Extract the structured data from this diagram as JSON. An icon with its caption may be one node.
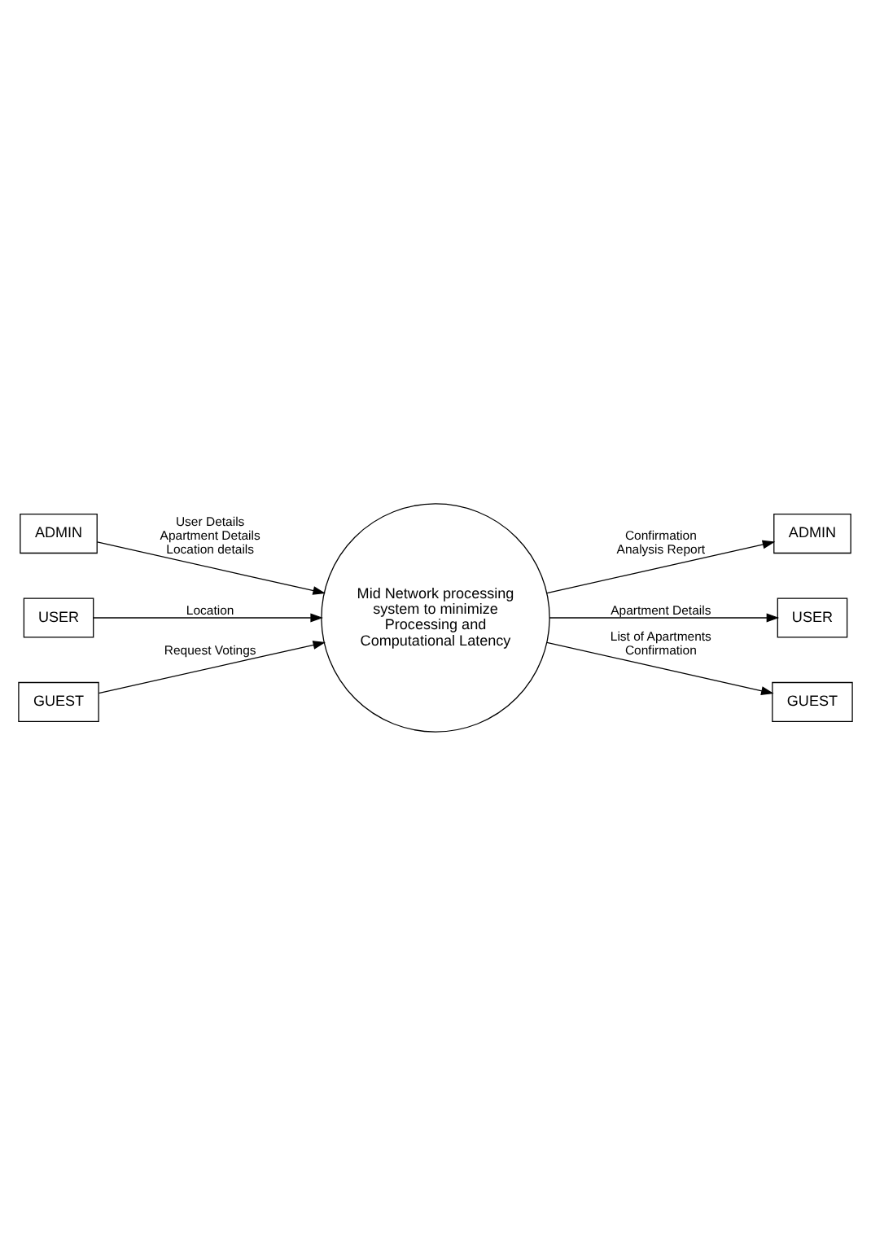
{
  "diagram": {
    "nodes": [
      {
        "text": [
          "ADMIN"
        ]
      },
      {
        "text": [
          "ADMIN"
        ]
      },
      {
        "text": [
          "USER"
        ]
      },
      {
        "text": [
          "Mid Network processing system to minimize Processing and Computational Latency"
        ]
      },
      {
        "text": [
          "USER"
        ]
      },
      {
        "text": [
          "GUEST"
        ]
      },
      {
        "text": [
          "GUEST"
        ]
      }
    ],
    "edges": [
      {
        "from": 0,
        "to": 3,
        "arrow": "to",
        "label": "User Details Apartment Details Location details"
      },
      {
        "from": 3,
        "to": 1,
        "arrow": "to",
        "label": "Confirmation Analysis Report"
      },
      {
        "from": 2,
        "to": 3,
        "arrow": "to",
        "label": "Location"
      },
      {
        "from": 3,
        "to": 4,
        "arrow": "to",
        "label": "Apartment Details"
      },
      {
        "from": 6,
        "to": 3,
        "arrow": "to",
        "label": "Request Votings"
      },
      {
        "from": 3,
        "to": 5,
        "arrow": "to",
        "label": "List of Apartments Confirmation"
      }
    ]
  }
}
